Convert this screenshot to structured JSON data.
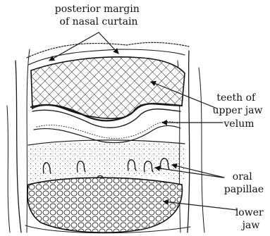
{
  "labels": {
    "nasal_curtain": [
      "posterior margin",
      "of nasal curtain"
    ],
    "upper_teeth": [
      "teeth of",
      "upper jaw"
    ],
    "velum": "velum",
    "oral_papillae": [
      "oral",
      "papillae"
    ],
    "lower_jaw": [
      "lower",
      "jaw"
    ]
  }
}
